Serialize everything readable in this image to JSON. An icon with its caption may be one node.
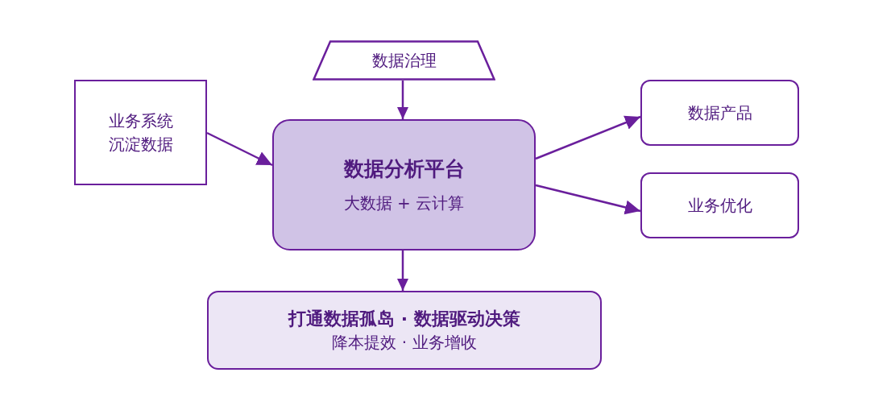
{
  "diagram": {
    "nodes": [
      {
        "text": [
          "数据治理"
        ]
      },
      {
        "text": [
          "业务系统沉淀数据"
        ]
      },
      {
        "text": [
          "数据分析平台",
          "大数据 + 云计算"
        ]
      },
      {
        "text": [
          "数据产品"
        ]
      },
      {
        "text": [
          "业务优化"
        ]
      },
      {
        "text": [
          "打通数据孤岛 · 数据驱动决策",
          "降本提效 · 业务增收"
        ]
      }
    ],
    "edges": [
      {
        "from": 0,
        "to": 2,
        "arrow": "to"
      },
      {
        "from": 1,
        "to": 2,
        "arrow": "to"
      },
      {
        "from": 2,
        "to": 3,
        "arrow": "to"
      },
      {
        "from": 2,
        "to": 4,
        "arrow": "to"
      },
      {
        "from": 2,
        "to": 5,
        "arrow": "to"
      }
    ]
  }
}
